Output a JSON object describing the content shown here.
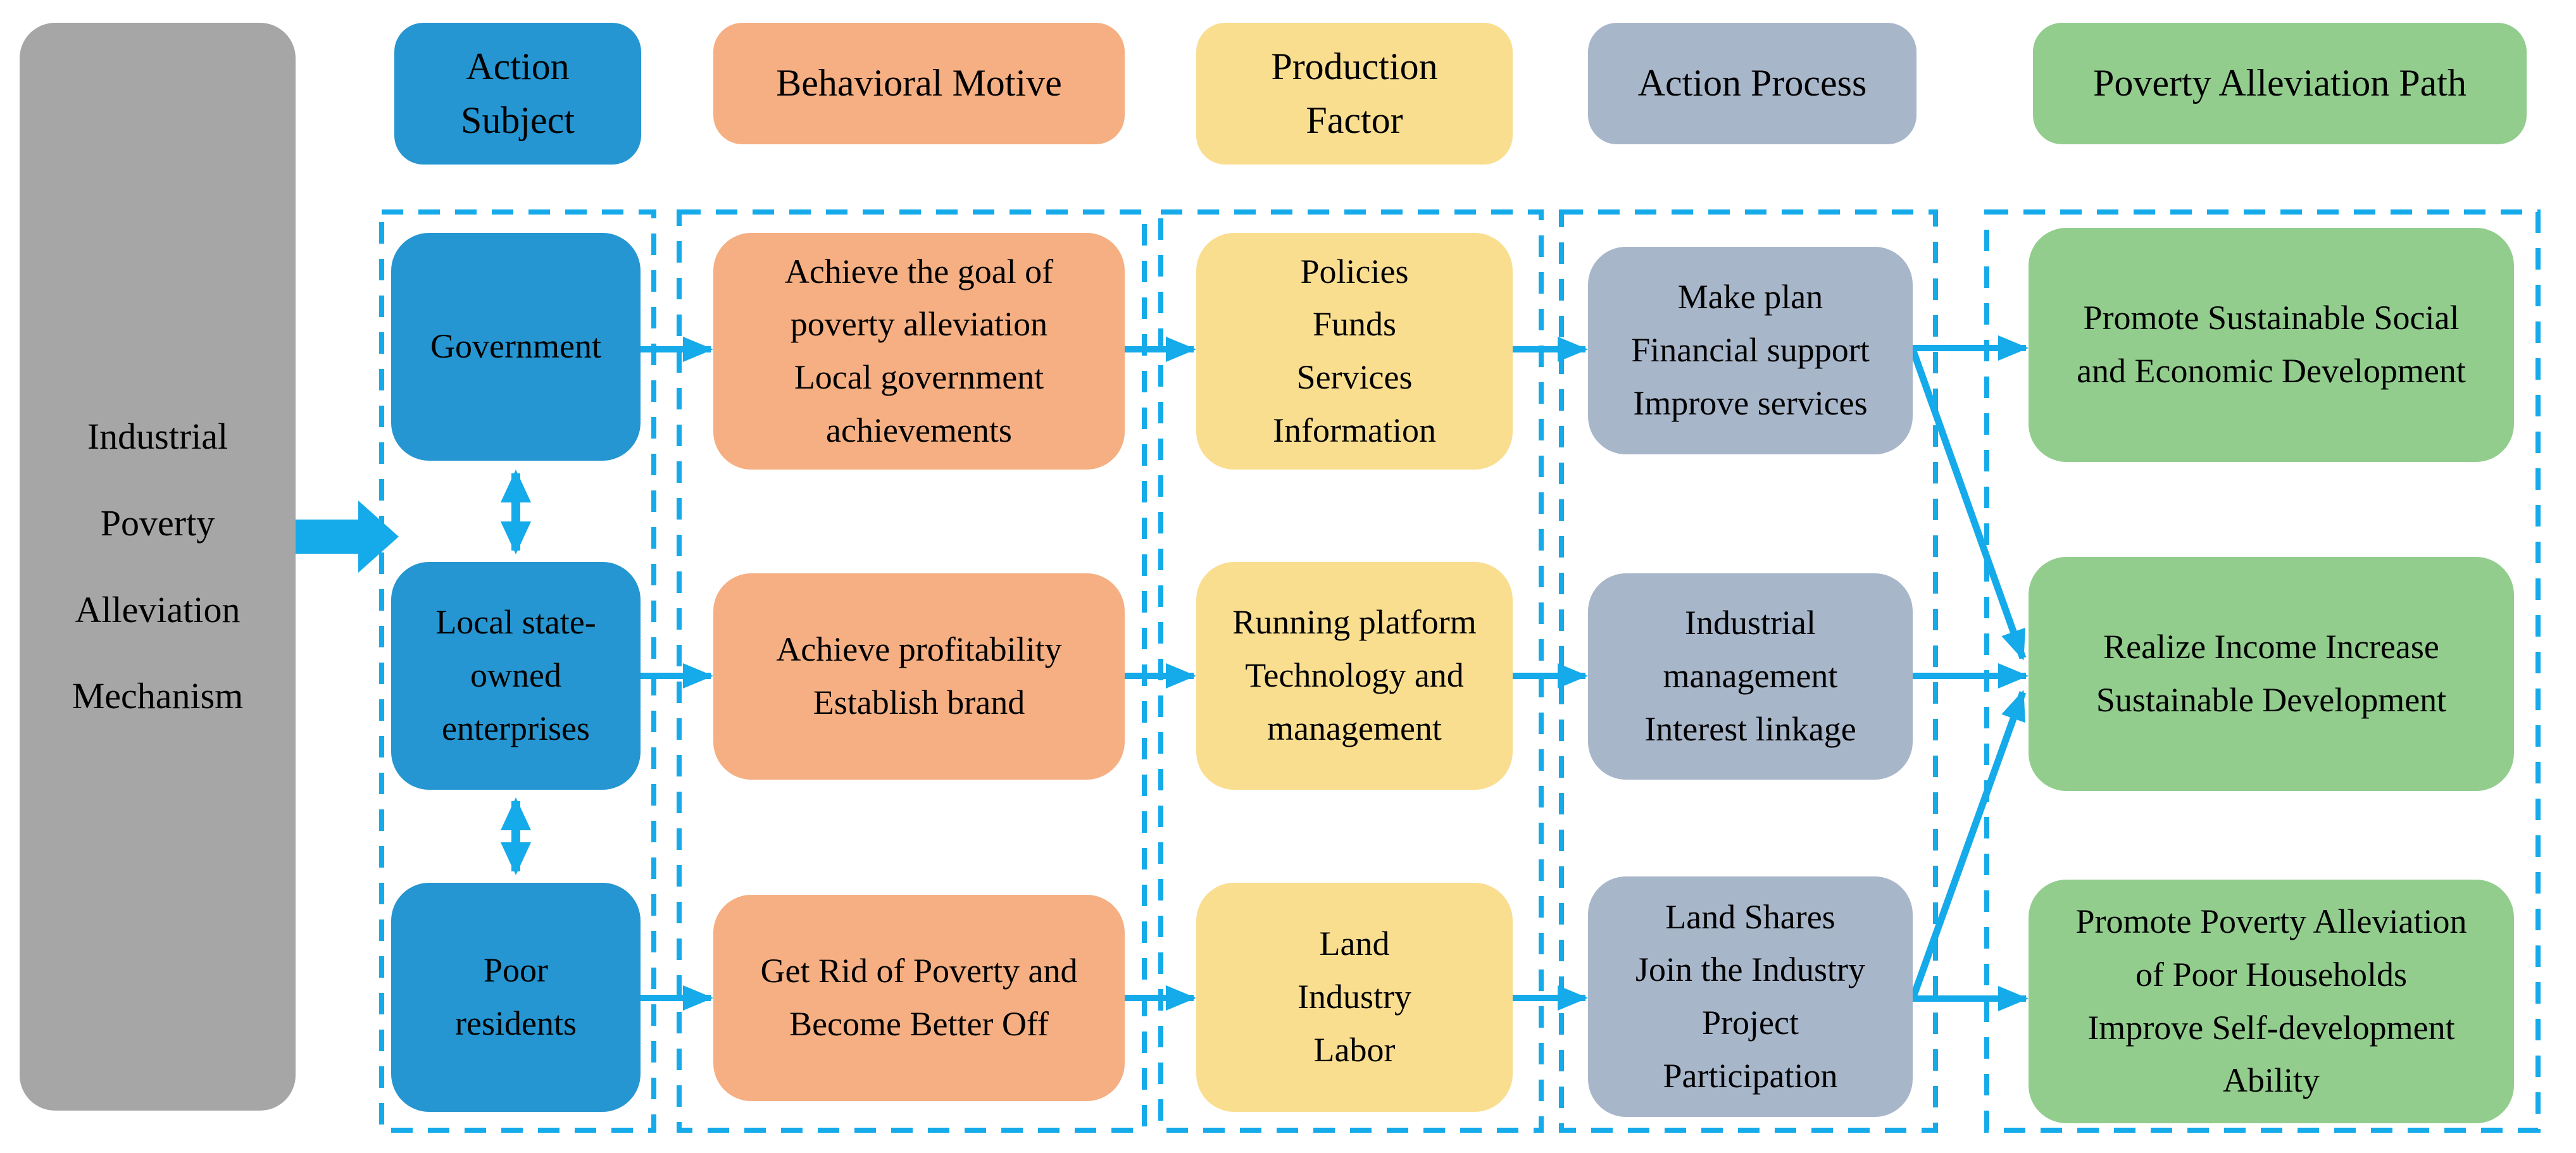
{
  "colors": {
    "arrow": "#15AAE9",
    "blue": "#2596D2",
    "orange": "#F5AF82",
    "yellow": "#FADE90",
    "slate": "#A8B6CA",
    "green": "#92CD8E",
    "gray": "#A6A6A6"
  },
  "mechanism": {
    "label": "Industrial\nPoverty\nAlleviation\nMechanism"
  },
  "headers": {
    "action_subject": "Action\nSubject",
    "behavioral_motive": "Behavioral Motive",
    "production_factor": "Production\nFactor",
    "action_process": "Action Process",
    "poverty_alleviation_path": "Poverty Alleviation Path"
  },
  "action_subject": {
    "items": [
      "Government",
      "Local state-\nowned\nenterprises",
      "Poor\nresidents"
    ]
  },
  "behavioral_motive": {
    "items": [
      "Achieve the goal of\npoverty alleviation\nLocal government\nachievements",
      "Achieve profitability\nEstablish brand",
      "Get Rid of Poverty and\nBecome Better Off"
    ]
  },
  "production_factor": {
    "items": [
      "Policies\nFunds\nServices\nInformation",
      "Running platform\nTechnology and\nmanagement",
      "Land\nIndustry\nLabor"
    ]
  },
  "action_process": {
    "items": [
      "Make plan\nFinancial support\nImprove services",
      "Industrial\nmanagement\nInterest linkage",
      "Land Shares\nJoin the Industry\nProject\nParticipation"
    ]
  },
  "poverty_alleviation_path": {
    "items": [
      "Promote Sustainable Social\nand Economic Development",
      "Realize Income Increase\nSustainable Development",
      "Promote Poverty Alleviation\nof Poor Households\nImprove Self-development\nAbility"
    ]
  },
  "connections": [
    "mechanism -> action subjects",
    "government <-> local state-owned enterprises",
    "local state-owned enterprises <-> poor residents",
    "government -> achieve the goal of poverty alleviation -> policies/funds/services/information -> make plan -> promote sustainable social and economic development",
    "local state-owned enterprises -> achieve profitability -> running platform -> industrial management -> realize income increase",
    "poor residents -> get rid of poverty -> land/industry/labor -> land shares -> promote poverty alleviation of poor households",
    "make plan -> realize income increase",
    "land shares -> realize income increase"
  ]
}
